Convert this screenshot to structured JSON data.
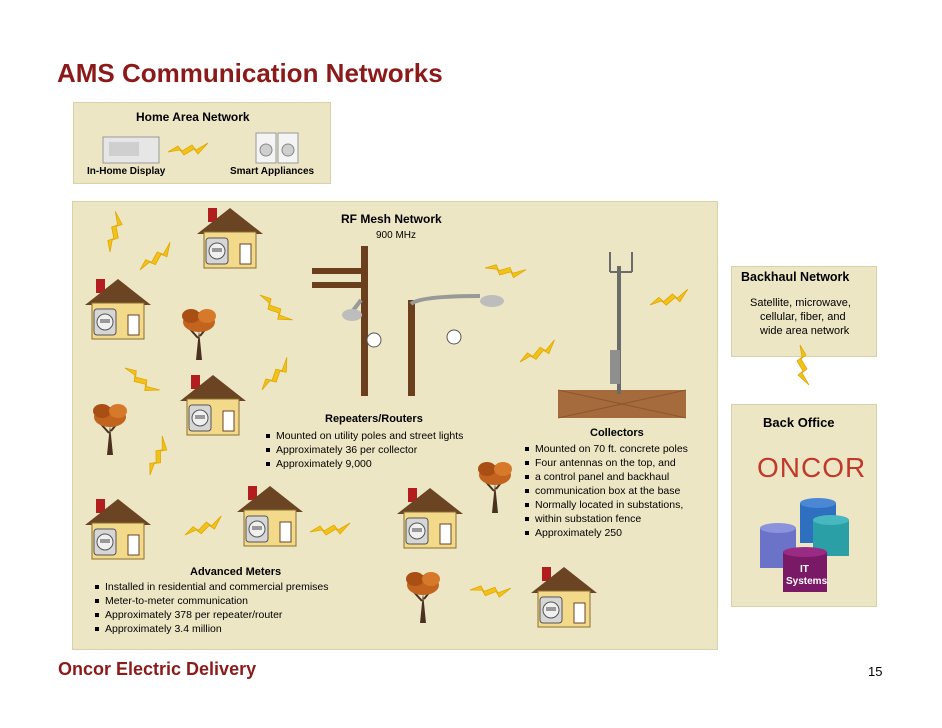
{
  "slide": {
    "title": "AMS Communication Networks",
    "footer": "Oncor Electric Delivery",
    "page_number": "15"
  },
  "home_area_network": {
    "title": "Home Area Network",
    "in_home_display": "In-Home Display",
    "smart_appliances": "Smart Appliances"
  },
  "rf_mesh": {
    "title": "RF Mesh Network",
    "frequency": "900 MHz"
  },
  "repeaters": {
    "title": "Repeaters/Routers",
    "items": [
      "Mounted on utility poles and street lights",
      "Approximately 36 per collector",
      "Approximately 9,000"
    ]
  },
  "collectors": {
    "title": "Collectors",
    "items": [
      "Mounted on 70 ft. concrete poles",
      "Four antennas on the top, and",
      "a control panel and backhaul",
      "communication box at the base",
      "Normally located in substations,",
      "within substation fence",
      "Approximately 250"
    ]
  },
  "advanced_meters": {
    "title": "Advanced Meters",
    "items": [
      "Installed in residential and commercial premises",
      "Meter-to-meter communication",
      "Approximately 378 per repeater/router",
      "Approximately 3.4 million"
    ]
  },
  "backhaul": {
    "title": "Backhaul Network",
    "line1": "Satellite, microwave,",
    "line2": "cellular, fiber, and",
    "line3": "wide area network"
  },
  "back_office": {
    "title": "Back Office",
    "logo": "ONCOR",
    "it_line1": "IT",
    "it_line2": "Systems"
  },
  "colors": {
    "title": "#8b1a1a",
    "panel": "#ece6c4",
    "house_wall": "#f3d98a",
    "roof": "#6b4424",
    "chimney": "#b21e1e",
    "lightning": "#f2c21a",
    "pole": "#6b3e1e",
    "oncor": "#c0392b"
  }
}
